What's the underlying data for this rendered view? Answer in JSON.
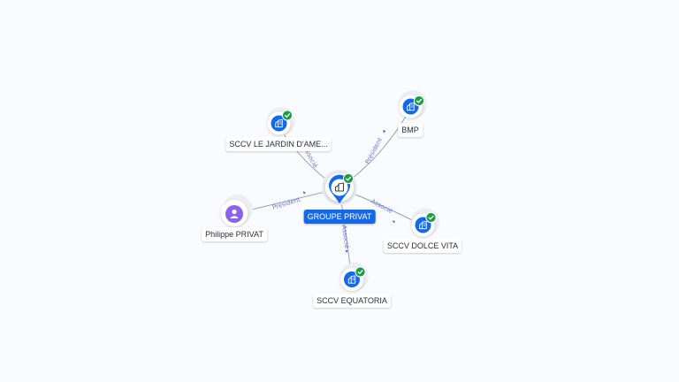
{
  "colors": {
    "company": "#1569e6",
    "person": "#8a63e8",
    "badge": "#1f9c4a",
    "edge": "#9aa1ad",
    "edge_label": "#6b75d8",
    "main_label_bg": "#1569e6"
  },
  "nodes": {
    "center": {
      "label": "GROUPE PRIVAT",
      "icon": "building-icon",
      "verified": true
    },
    "jardin": {
      "label": "SCCV LE JARDIN D'AME...",
      "icon": "building-icon",
      "verified": true
    },
    "bmp": {
      "label": "BMP",
      "icon": "building-icon",
      "verified": true
    },
    "philippe": {
      "label": "Philippe PRIVAT",
      "icon": "person-icon",
      "verified": false
    },
    "dolce": {
      "label": "SCCV DOLCE VITA",
      "icon": "building-icon",
      "verified": true
    },
    "equatoria": {
      "label": "SCCV EQUATORIA",
      "icon": "building-icon",
      "verified": true
    }
  },
  "edges": {
    "jardin": {
      "label": "Associé"
    },
    "bmp": {
      "label": "Président"
    },
    "philippe": {
      "label": "Président"
    },
    "dolce": {
      "label": "Associé"
    },
    "equatoria": {
      "label": "Associé"
    }
  }
}
